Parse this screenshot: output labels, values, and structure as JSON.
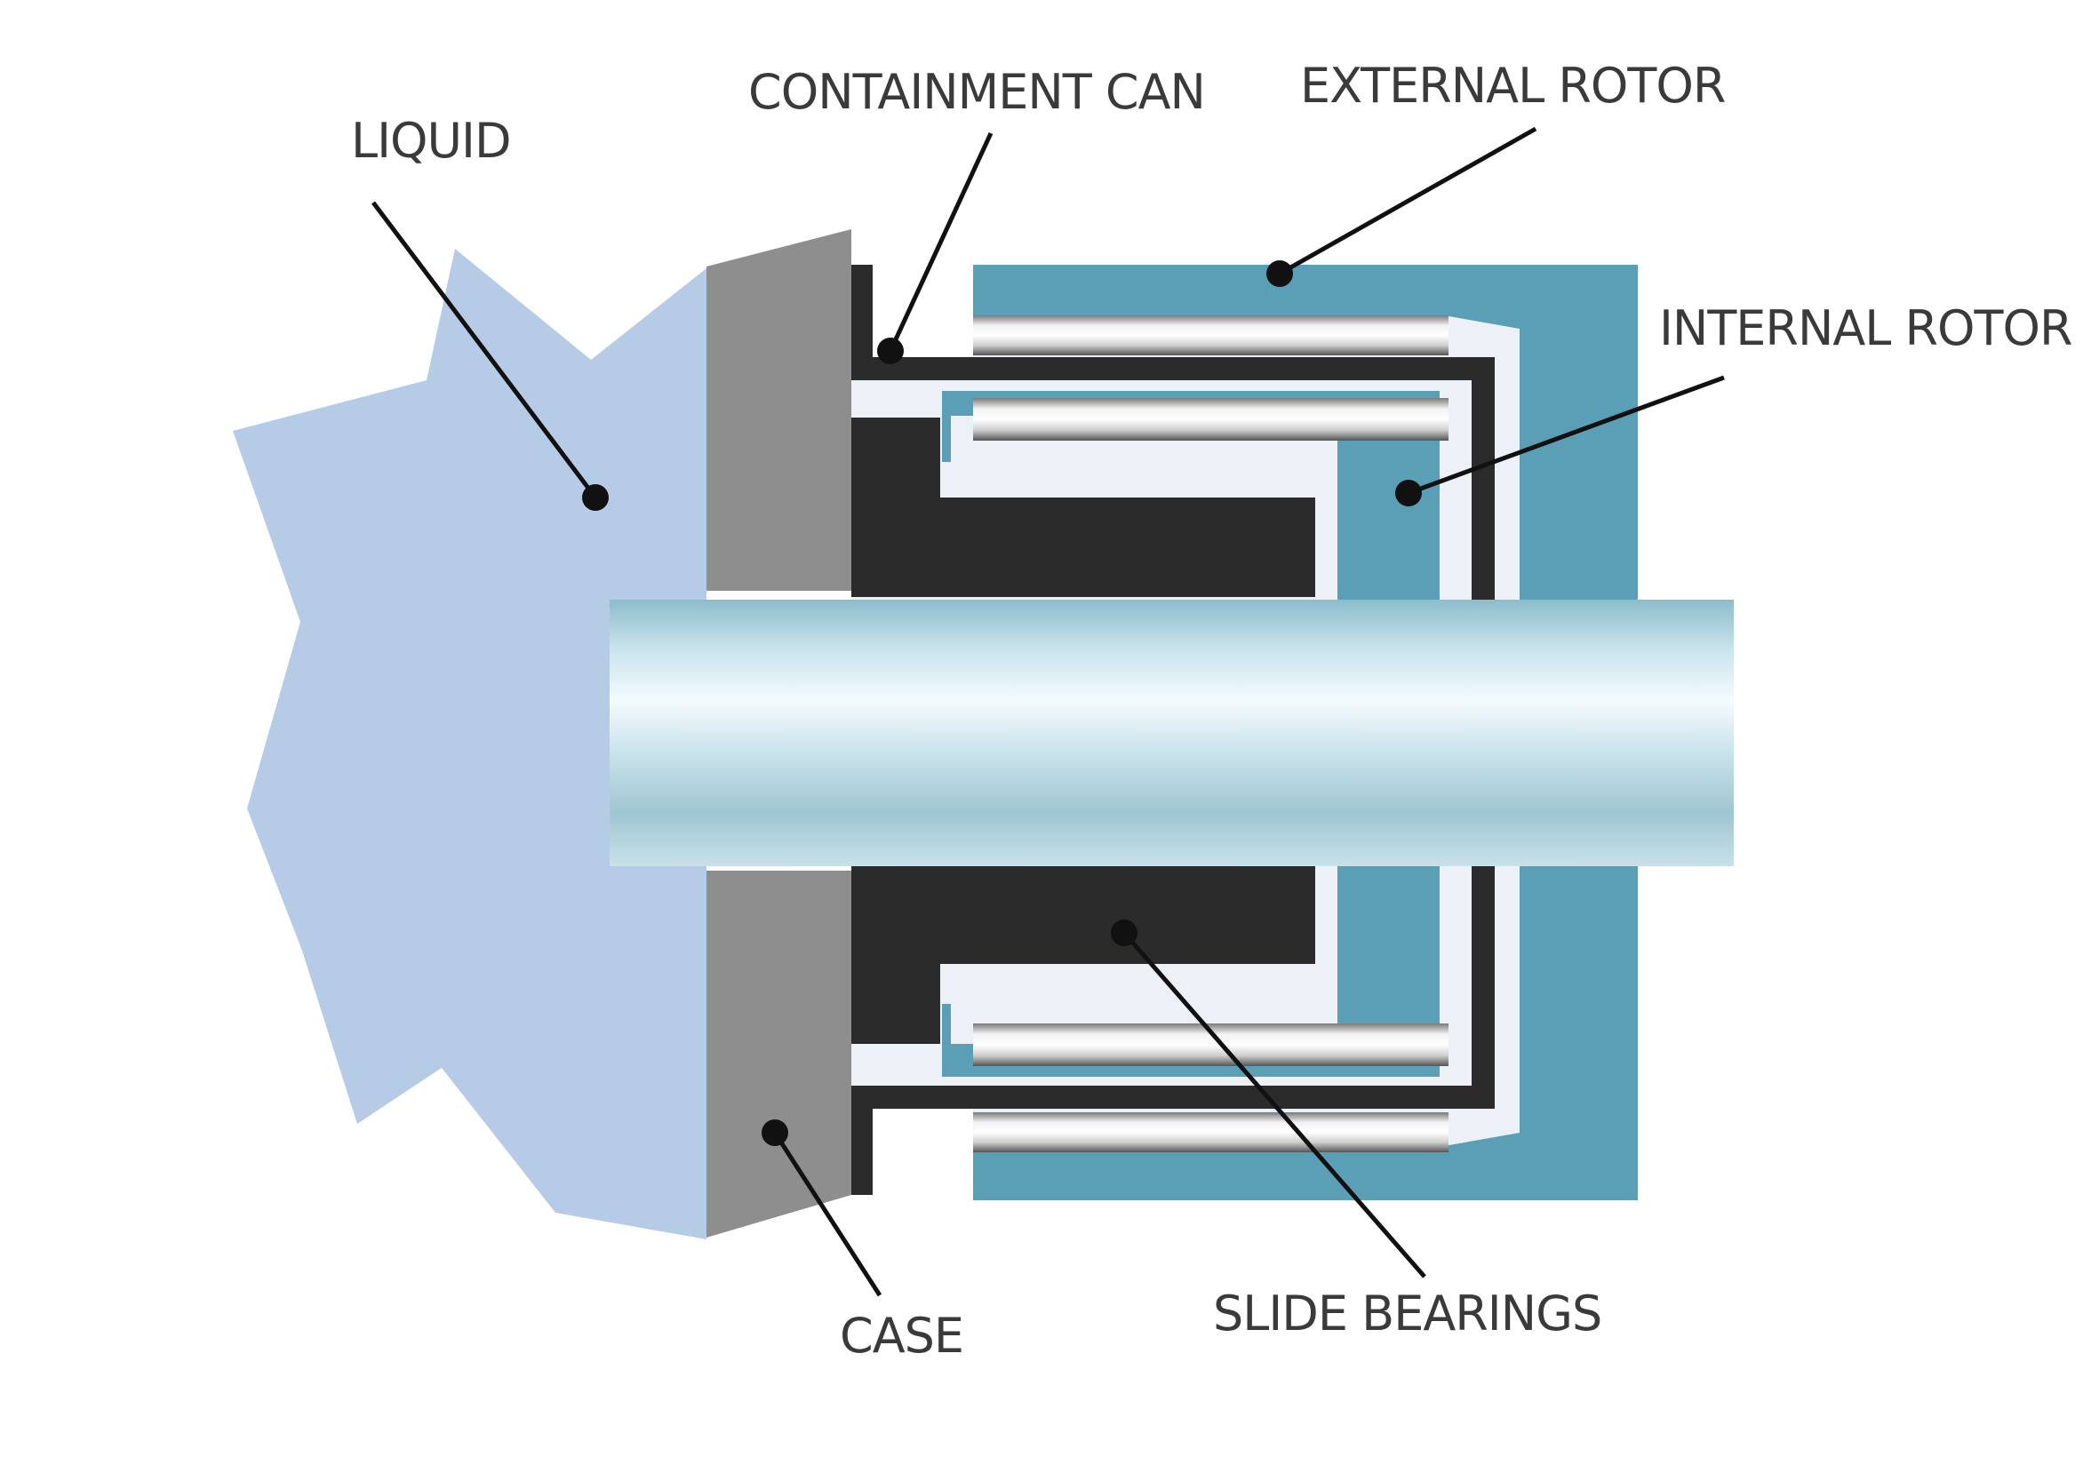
{
  "labels": {
    "liquid": "LIQUID",
    "containment_can": "CONTAINMENT CAN",
    "external_rotor": "EXTERNAL ROTOR",
    "internal_rotor": "INTERNAL ROTOR",
    "slide_bearings": "SLIDE BEARINGS",
    "case": "CASE"
  },
  "colors": {
    "liquid": "#b5cbe6",
    "case": "#8e8e8e",
    "containment": "#2b2b2b",
    "external_rotor": "#5b9fb6",
    "internal_rotor": "#5b9fb6",
    "shaft": "#b8d8e2",
    "label_text": "#3a3a3c",
    "leader": "#111111"
  }
}
